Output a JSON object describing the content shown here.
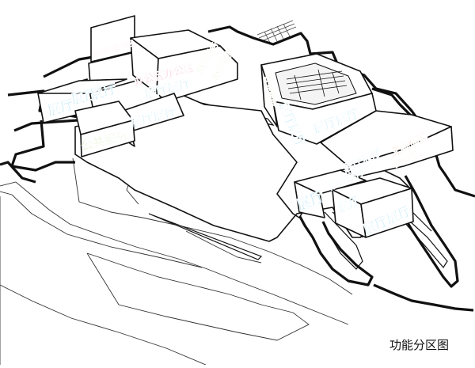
{
  "caption": "功能分区图",
  "labels": {
    "hall": "展厅",
    "hall_pair": "展厅展厅",
    "office": "办公区",
    "office_pair": "办公区办公区",
    "public": "公共服务",
    "storage": "文物储藏"
  },
  "colors": {
    "hall": "#32b4e6",
    "office": "#e0194f",
    "public": "#8cc63f",
    "storage": "#f26522",
    "line": "#111111"
  }
}
